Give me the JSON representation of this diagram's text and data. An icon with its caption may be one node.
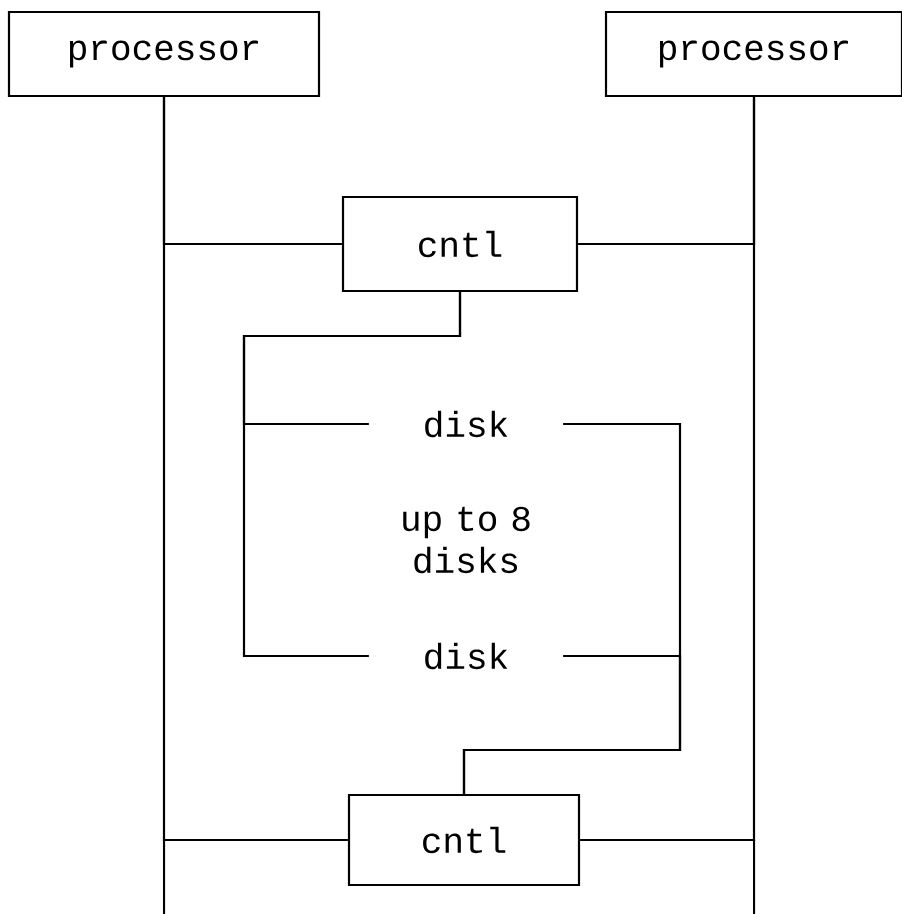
{
  "diagram": {
    "nodes": [
      {
        "text": [
          "processor"
        ]
      },
      {
        "text": [
          "processor"
        ]
      },
      {
        "text": [
          "cntl"
        ]
      },
      {
        "text": [
          "disk"
        ]
      },
      {
        "text": [
          "disk"
        ]
      },
      {
        "text": [
          "cntl"
        ]
      }
    ],
    "edges": [
      {
        "from": 0,
        "to": 2,
        "arrow": "none"
      },
      {
        "from": 0,
        "to": 5,
        "arrow": "none"
      },
      {
        "from": 1,
        "to": 2,
        "arrow": "none"
      },
      {
        "from": 1,
        "to": 5,
        "arrow": "none"
      },
      {
        "from": 2,
        "to": 3,
        "arrow": "none"
      },
      {
        "from": 2,
        "to": 4,
        "arrow": "none"
      },
      {
        "from": 5,
        "to": 3,
        "arrow": "none"
      },
      {
        "from": 5,
        "to": 4,
        "arrow": "none"
      }
    ],
    "labels": [
      "up to 8 disks"
    ]
  }
}
